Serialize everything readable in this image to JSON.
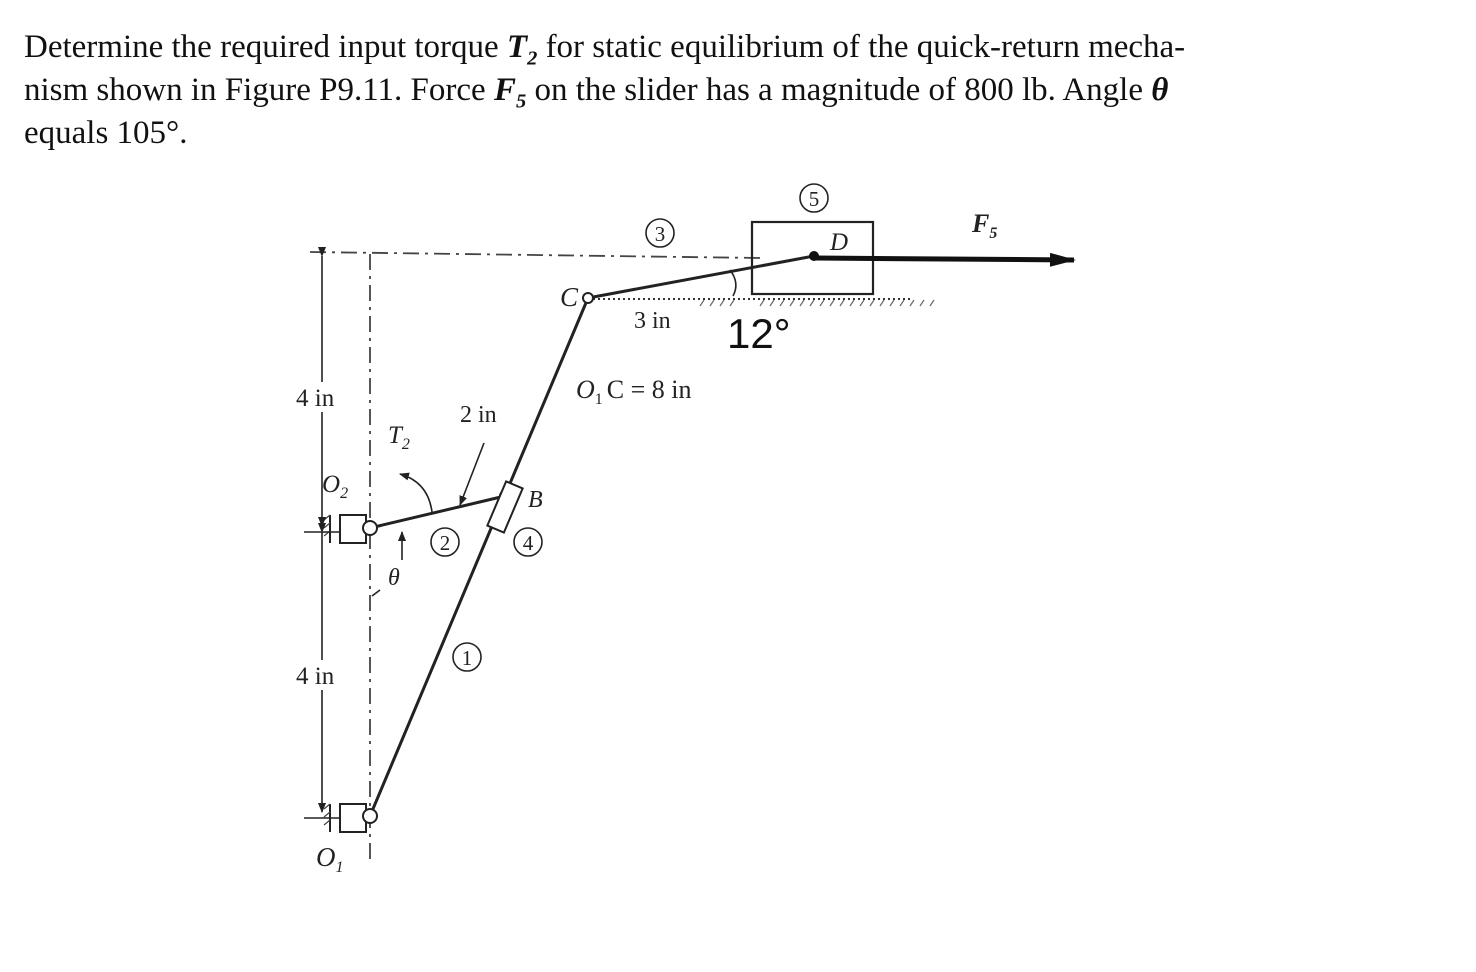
{
  "problem": {
    "line1_before": "Determine the required input torque ",
    "t_symbol": "T",
    "t_sub": "2",
    "line1_after": " for static equilibrium of the quick-return mecha-",
    "line2_before": "nism shown in Figure P9.11. Force ",
    "f_symbol": "F",
    "f_sub": "5",
    "line2_after": " on the slider has a magnitude of 800 lb. Angle ",
    "theta_symbol": "θ",
    "line3": "equals 105°."
  },
  "diagram": {
    "link_numbers": [
      "1",
      "2",
      "3",
      "4",
      "5"
    ],
    "point_labels": {
      "c": "C",
      "d": "D",
      "b": "B",
      "o1": "O",
      "o1_sub": "1",
      "o2": "O",
      "o2_sub": "2"
    },
    "dimensions": {
      "upper_height": "4 in",
      "lower_height": "4 in",
      "crank_length": "2 in",
      "coupler_length": "3 in",
      "rocker_length_label": "O",
      "rocker_length_sub": "1",
      "rocker_length_rest": "C = 8 in"
    },
    "torque_label": "T",
    "torque_sub": "2",
    "theta_label": "θ",
    "force_label": "F",
    "force_sub": "5",
    "angle_annotation": "12°"
  }
}
